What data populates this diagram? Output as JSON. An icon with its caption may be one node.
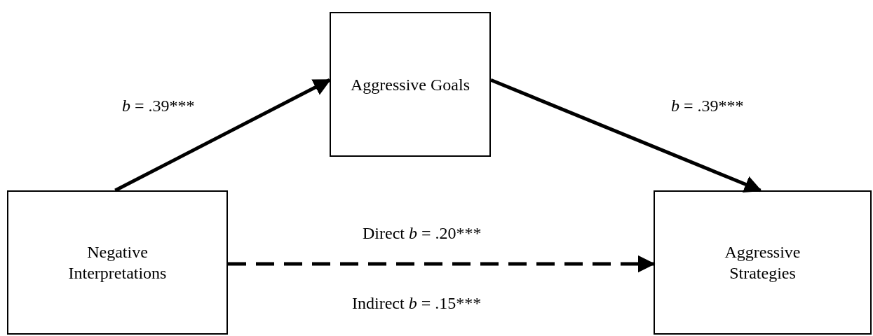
{
  "diagram": {
    "nodes": [
      {
        "text": [
          "Aggressive Goals"
        ]
      },
      {
        "text": [
          "Negative Interpretations"
        ]
      },
      {
        "text": [
          "Aggressive Strategies"
        ]
      }
    ],
    "edges": [
      {
        "from": 1,
        "to": 0,
        "arrow": "to",
        "label": "*b* = .39***"
      },
      {
        "from": 0,
        "to": 2,
        "arrow": "to",
        "label": "*b* = .39***"
      },
      {
        "from": 1,
        "to": 2,
        "arrow": "to",
        "label": "Direct *b* = .20***",
        "style": "dashed"
      }
    ],
    "labels": [
      "Indirect *b* = .15***"
    ]
  }
}
